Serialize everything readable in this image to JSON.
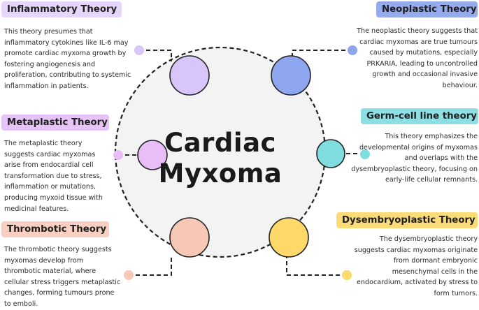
{
  "center": {
    "title_line1": "Cardiac",
    "title_line2": "Myxoma"
  },
  "theories": [
    {
      "key": "inflammatory",
      "title": "Inflammatory Theory",
      "description": "This theory presumes that inflammatory cytokines like IL-6 may promote cardiac myxoma growth by fostering angiogenesis and proliferation, contributing to systemic inflammation in patients.",
      "color": "#d8c6fb",
      "pill_color": "#e6d6fb"
    },
    {
      "key": "neoplastic",
      "title": "Neoplastic Theory",
      "description": "The neoplastic theory suggests that cardiac myxomas are true tumours caused by mutations, especially PRKARIA, leading to uncontrolled growth and occasional invasive behaviour.",
      "color": "#8ea6ef",
      "pill_color": "#96aaee"
    },
    {
      "key": "metaplastic",
      "title": "Metaplastic Theory",
      "description": "The metaplastic theory suggests cardiac myxomas arise from endocardial cell transformation due to stress, inflammation or mutations, producing myxoid tissue with medicinal features.",
      "color": "#e9bdf7",
      "pill_color": "#e6c4f7"
    },
    {
      "key": "germ-cell",
      "title": "Germ-cell line theory",
      "description": "This theory emphasizes the developmental origins of myxomas and overlaps with the dysembryoplastic theory, focusing on early-life cellular remnants.",
      "color": "#7fdde0",
      "pill_color": "#8ddfe3"
    },
    {
      "key": "thrombotic",
      "title": "Thrombotic Theory",
      "description": "The thrombotic theory suggests myxomas develop from thrombotic material, where cellular stress triggers metaplastic changes, forming tumours prone to emboli.",
      "color": "#f8c8b6",
      "pill_color": "#f8cfc1"
    },
    {
      "key": "dysembryoplastic",
      "title": "Dysembryoplastic Theory",
      "description": "The dysembryoplastic theory suggests cardiac myxomas originate from dormant embryonic mesenchymal cells in the endocardium, activated by stress to form tumors.",
      "color": "#fcd968",
      "pill_color": "#fbdc78"
    }
  ],
  "colors": {
    "hub_fill": "#f3f3f3",
    "line": "#222222"
  }
}
